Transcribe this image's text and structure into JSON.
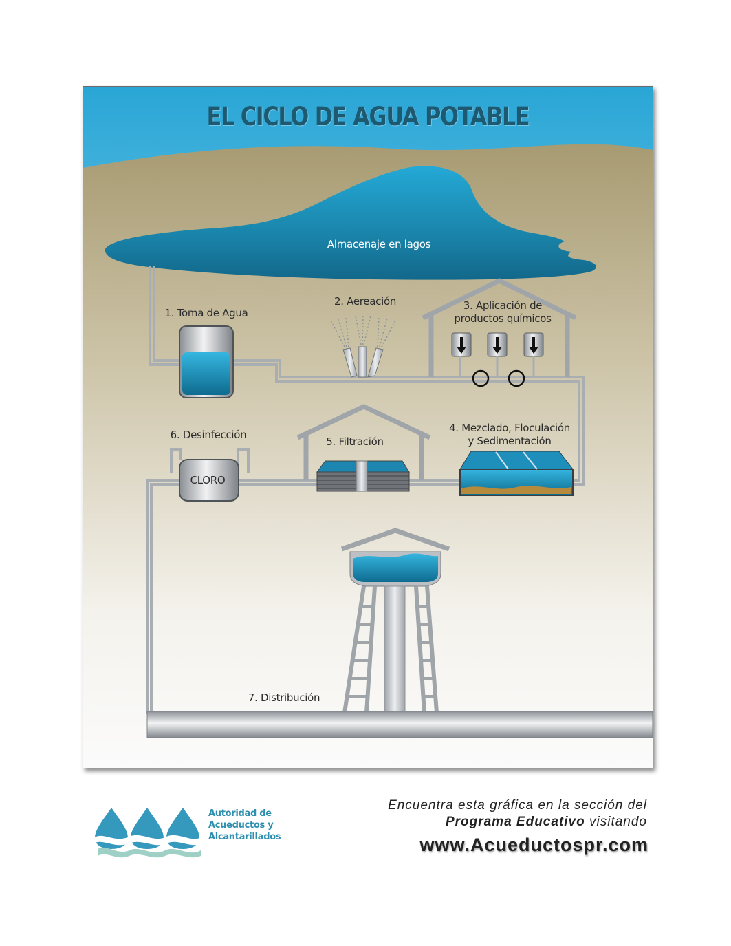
{
  "title": "EL CICLO DE AGUA POTABLE",
  "lake": {
    "label": "Almacenaje en lagos"
  },
  "steps": {
    "intake": "1. Toma de Agua",
    "aeration": "2. Aereación",
    "chemicals_line1": "3. Aplicación de",
    "chemicals_line2": "productos químicos",
    "mixing_line1": "4. Mezclado, Floculación",
    "mixing_line2": "y Sedimentación",
    "filtration": "5. Filtración",
    "disinfection": "6. Desinfección",
    "chlorine_tank": "CLORO",
    "distribution": "7. Distribución"
  },
  "footer": {
    "org_line1": "Autoridad de",
    "org_line2": "Acueductos y",
    "org_line3": "Alcantarillados",
    "cta_line1": "Encuentra esta gráfica en la sección del",
    "cta_line2_bold": "Programa Educativo",
    "cta_line2_rest": " visitando",
    "website": "www.Acueductospr.com"
  },
  "colors": {
    "sky": "#29a6d6",
    "land": "#b0a07a",
    "water": "#1a7fa3",
    "pipe": "#b8bcc0",
    "title": "#1d5a72",
    "brand": "#2f8fb0"
  },
  "icons": [
    "water-drop-logo-icon",
    "arrow-down-icon",
    "circular-arrow-icon"
  ]
}
